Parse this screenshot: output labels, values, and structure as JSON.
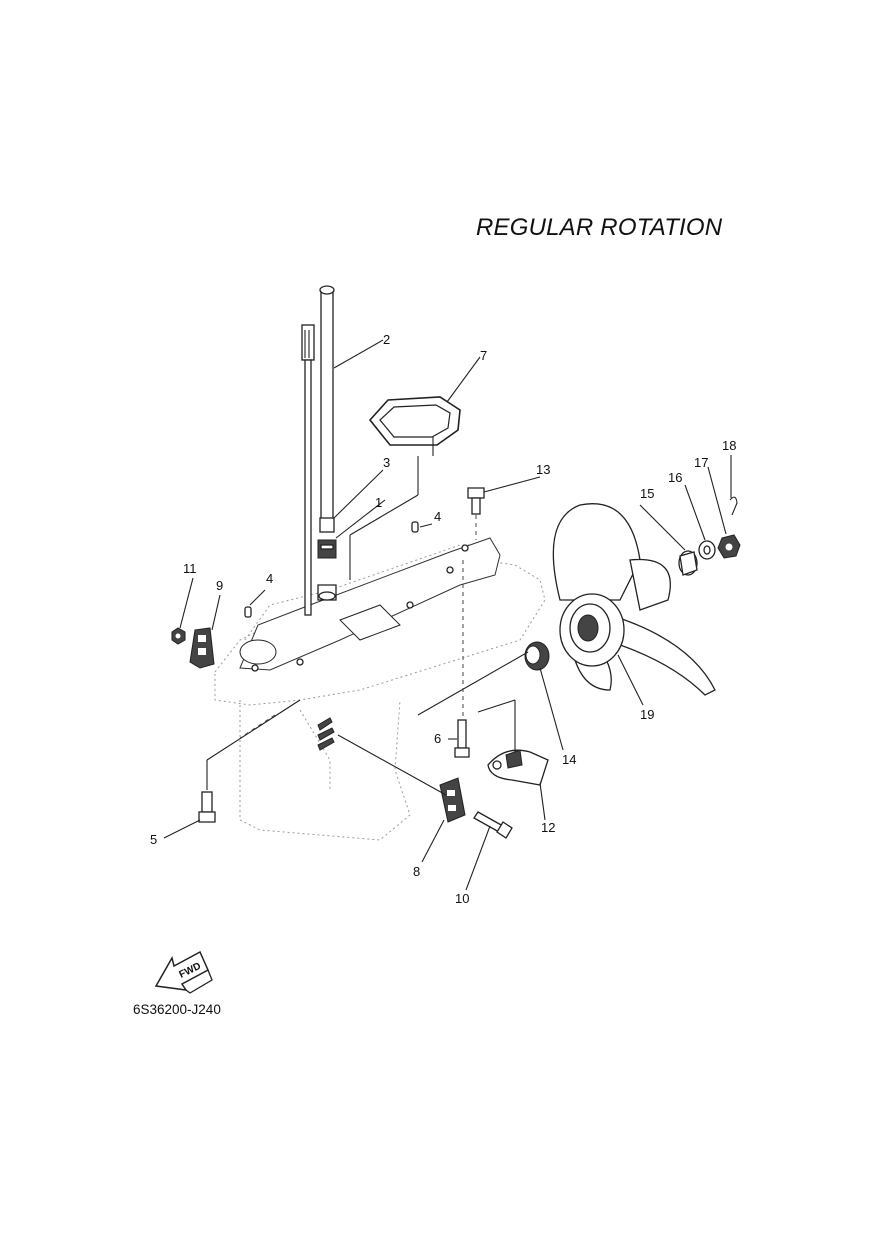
{
  "title": "REGULAR ROTATION",
  "diagram_code": "6S36200-J240",
  "fwd_label": "FWD",
  "callouts": {
    "c1": "1",
    "c2": "2",
    "c3": "3",
    "c4a": "4",
    "c4b": "4",
    "c5": "5",
    "c6": "6",
    "c7": "7",
    "c8": "8",
    "c9": "9",
    "c10": "10",
    "c11": "11",
    "c12": "12",
    "c13": "13",
    "c14": "14",
    "c15": "15",
    "c16": "16",
    "c17": "17",
    "c18": "18",
    "c19": "19"
  }
}
